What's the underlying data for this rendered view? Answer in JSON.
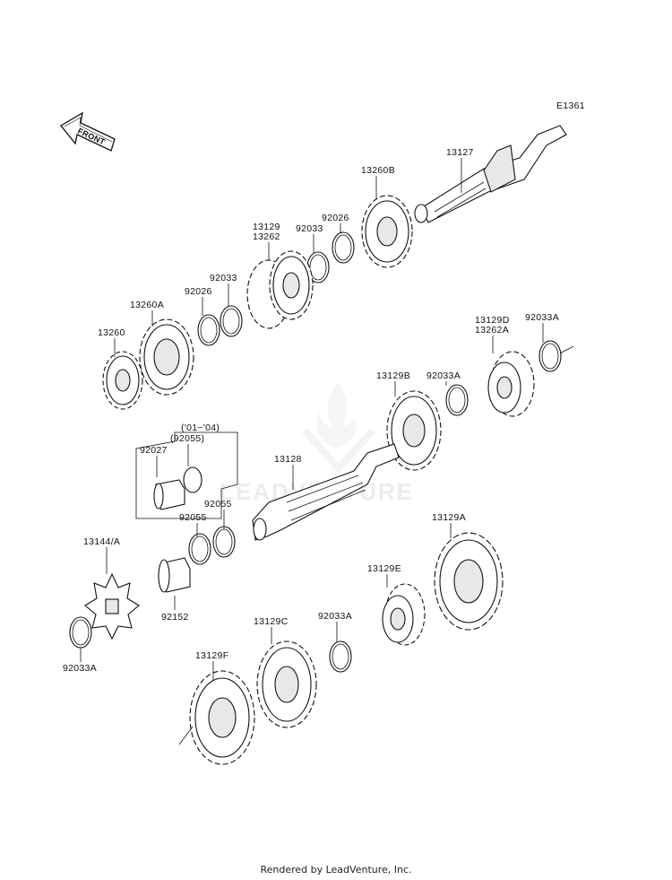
{
  "diagram_code": "E1361",
  "front_label": "FRONT",
  "watermark": "LEADVENTURE",
  "footer": "Rendered by LeadVenture, Inc.",
  "labels": {
    "p13127": "13127",
    "p13260B": "13260B",
    "p92026_top": "92026",
    "p92033_top": "92033",
    "p13129": "13129",
    "p13262": "13262",
    "p92033_mid": "92033",
    "p92026_mid": "92026",
    "p13260A": "13260A",
    "p13260": "13260",
    "p13129D": "13129D",
    "p13262A": "13262A",
    "p92033A_right": "92033A",
    "p13129B": "13129B",
    "p92033A_mid": "92033A",
    "range_note": "('01~'04)",
    "p92055_paren": "(92055)",
    "p92027": "92027",
    "p13128": "13128",
    "p92055_a": "92055",
    "p92055_b": "92055",
    "p13144": "13144/A",
    "p92152": "92152",
    "p92033A_left": "92033A",
    "p13129A": "13129A",
    "p13129E": "13129E",
    "p13129C": "13129C",
    "p92033A_low": "92033A",
    "p13129F": "13129F"
  }
}
